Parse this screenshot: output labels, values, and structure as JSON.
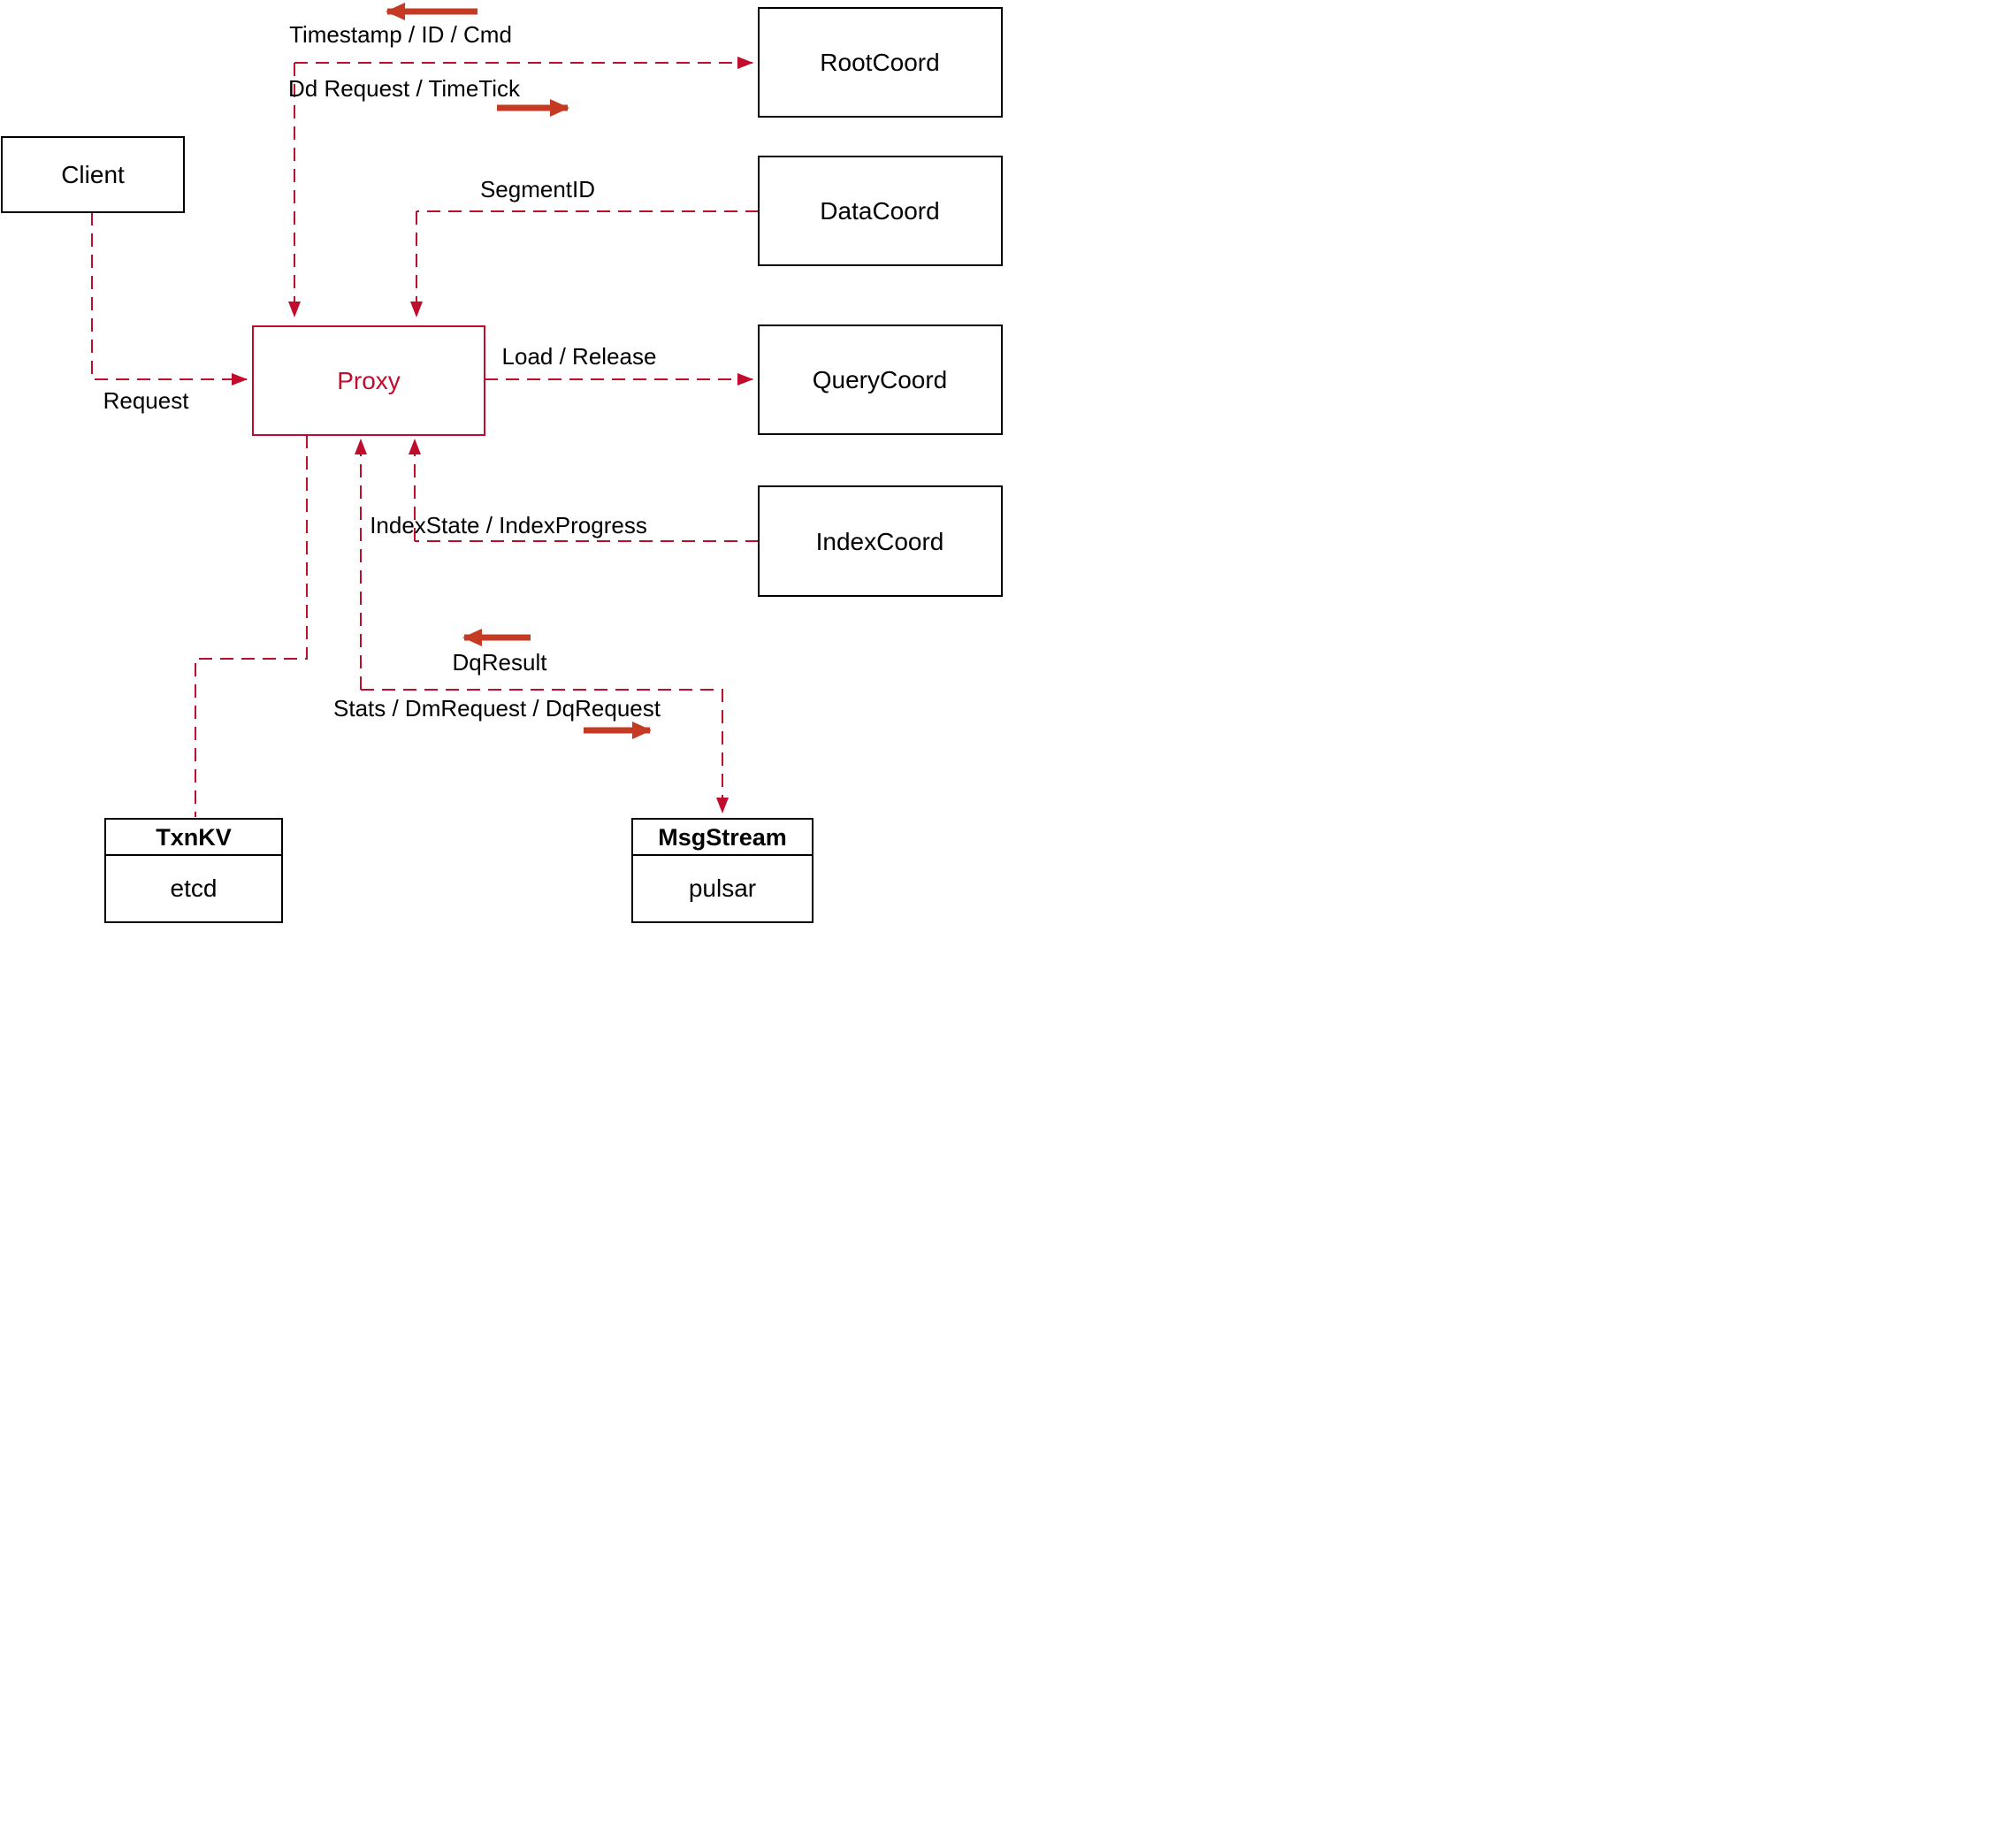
{
  "diagram": {
    "nodes": {
      "client": {
        "label": "Client"
      },
      "proxy": {
        "label": "Proxy"
      },
      "root_coord": {
        "label": "RootCoord"
      },
      "data_coord": {
        "label": "DataCoord"
      },
      "query_coord": {
        "label": "QueryCoord"
      },
      "index_coord": {
        "label": "IndexCoord"
      },
      "txn_kv": {
        "title": "TxnKV",
        "sublabel": "etcd"
      },
      "msg_stream": {
        "title": "MsgStream",
        "sublabel": "pulsar"
      }
    },
    "edge_labels": {
      "timestamp": "Timestamp / ID / Cmd",
      "dd_request": "Dd Request / TimeTick",
      "segment_id": "SegmentID",
      "load_release": "Load / Release",
      "request": "Request",
      "index_state": "IndexState / IndexProgress",
      "dq_result": "DqResult",
      "stats": "Stats / DmRequest / DqRequest"
    },
    "colors": {
      "line_red": "#c00c2d",
      "arrow_red": "#c43a22",
      "box_border": "#000000",
      "text": "#000000"
    }
  }
}
